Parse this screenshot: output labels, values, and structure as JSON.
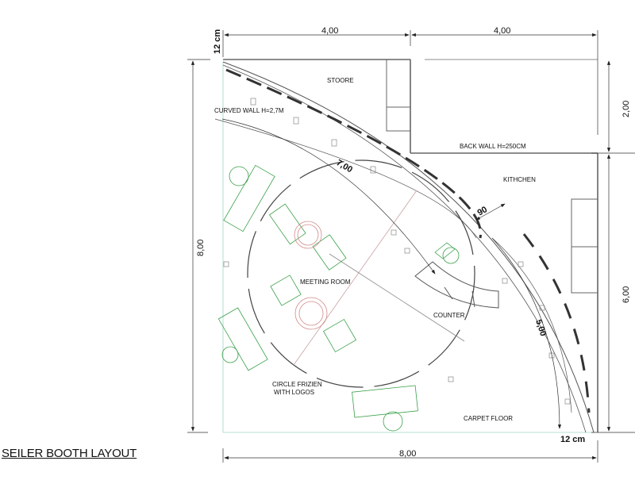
{
  "title": "SEILER BOOTH LAYOUT",
  "dimensions": {
    "top_left": "4,00",
    "top_right": "4,00",
    "right_top": "2,00",
    "right_bottom": "6,00",
    "left": "8,00",
    "bottom": "8,00",
    "wall_thickness_top": "12 cm",
    "wall_thickness_bottom": "12 cm",
    "meeting_radius": "7,00",
    "counter_gap": "90",
    "curved_wall_len": "5,00"
  },
  "labels": {
    "store": "STOORE",
    "curved_wall": "CURVED WALL H=2,7M",
    "back_wall": "BACK WALL H=250CM",
    "kitchen": "KITHCHEN",
    "meeting_room": "MEETING ROOM",
    "counter": "COUNTER",
    "frieze_line1": "CIRCLE FRIZIEN",
    "frieze_line2": "WITH LOGOS",
    "carpet": "CARPET FLOOR"
  },
  "colors": {
    "line": "#555555",
    "furniture": "#3aa04a",
    "accent": "#d08a8a",
    "floor": "#9fd6c8"
  }
}
